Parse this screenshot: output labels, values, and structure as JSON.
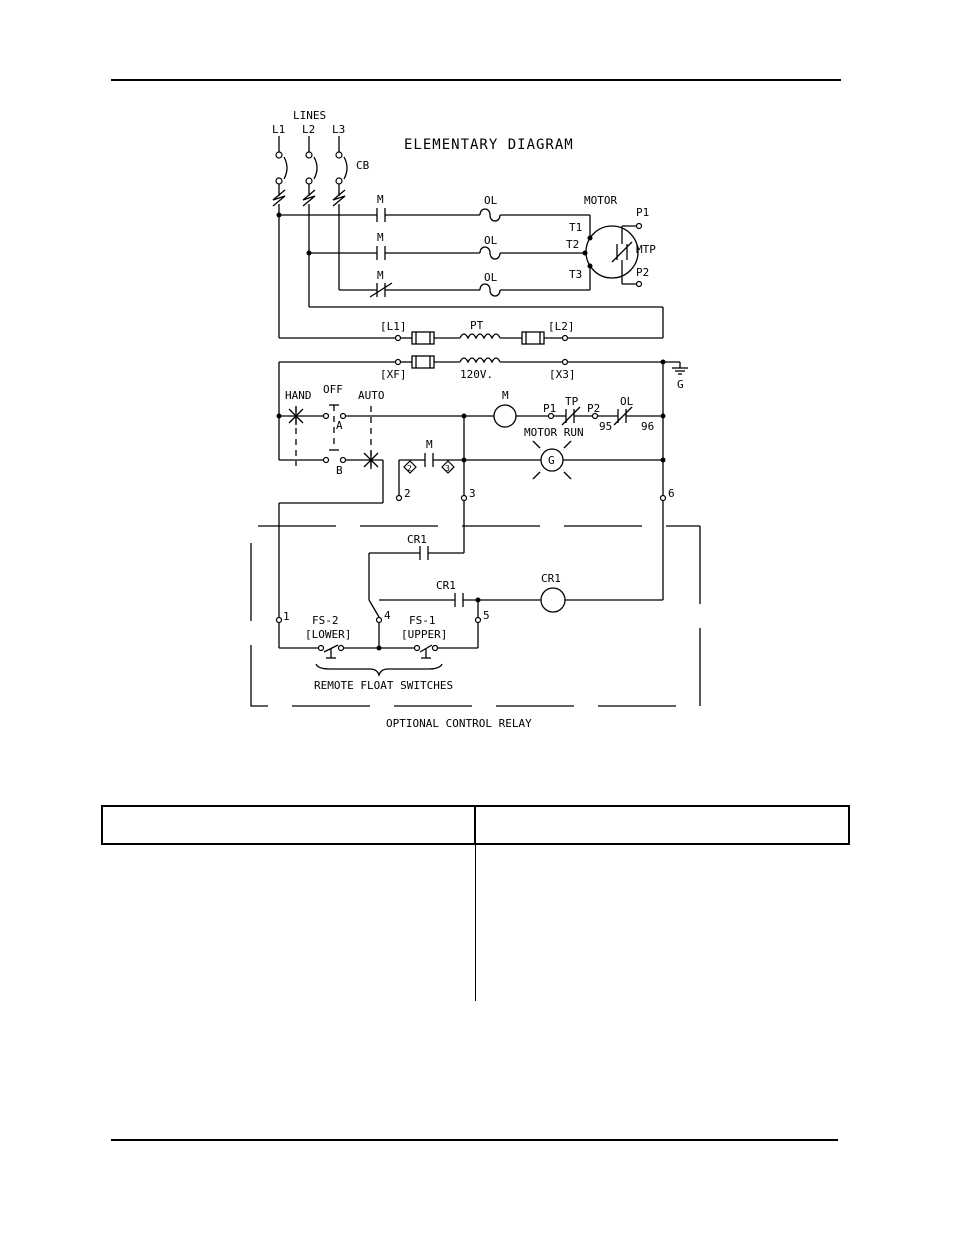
{
  "diagram": {
    "title": "ELEMENTARY DIAGRAM",
    "lines_header": "LINES",
    "lines": [
      "L1",
      "L2",
      "L3"
    ],
    "cb": "CB",
    "contactor": "M",
    "overload": "OL",
    "motor": "MOTOR",
    "terminals": [
      "T1",
      "T2",
      "T3"
    ],
    "motor_thermal": "MTP",
    "thermal_leads": [
      "P1",
      "P2"
    ],
    "transformer": {
      "primary_left": "[L1]",
      "primary_right": "[L2]",
      "name": "PT",
      "secondary_left": "[XF]",
      "secondary_right": "[X3]",
      "voltage": "120V."
    },
    "ground": "G",
    "selector": {
      "hand": "HAND",
      "off": "OFF",
      "auto": "AUTO",
      "contact_a": "A",
      "contact_b": "B"
    },
    "coil_m": "M",
    "tp": "TP",
    "tp_p1": "P1",
    "tp_p2": "P2",
    "ol_contact": "OL",
    "ol_95": "95",
    "ol_96": "96",
    "pilot_label": "MOTOR  RUN",
    "pilot_lamp": "G",
    "aux_m": "M",
    "aux_2": "2",
    "aux_3": "3",
    "nodes": [
      "1",
      "2",
      "3",
      "4",
      "5",
      "6"
    ],
    "cr1": "CR1",
    "fs2_name": "FS-2",
    "fs2_pos": "[LOWER]",
    "fs1_name": "FS-1",
    "fs1_pos": "[UPPER]",
    "float_switches": "REMOTE  FLOAT  SWITCHES",
    "optional_relay": "OPTIONAL  CONTROL  RELAY"
  },
  "table": {
    "header_left": "",
    "header_right": "",
    "body_left": "",
    "body_right": ""
  }
}
